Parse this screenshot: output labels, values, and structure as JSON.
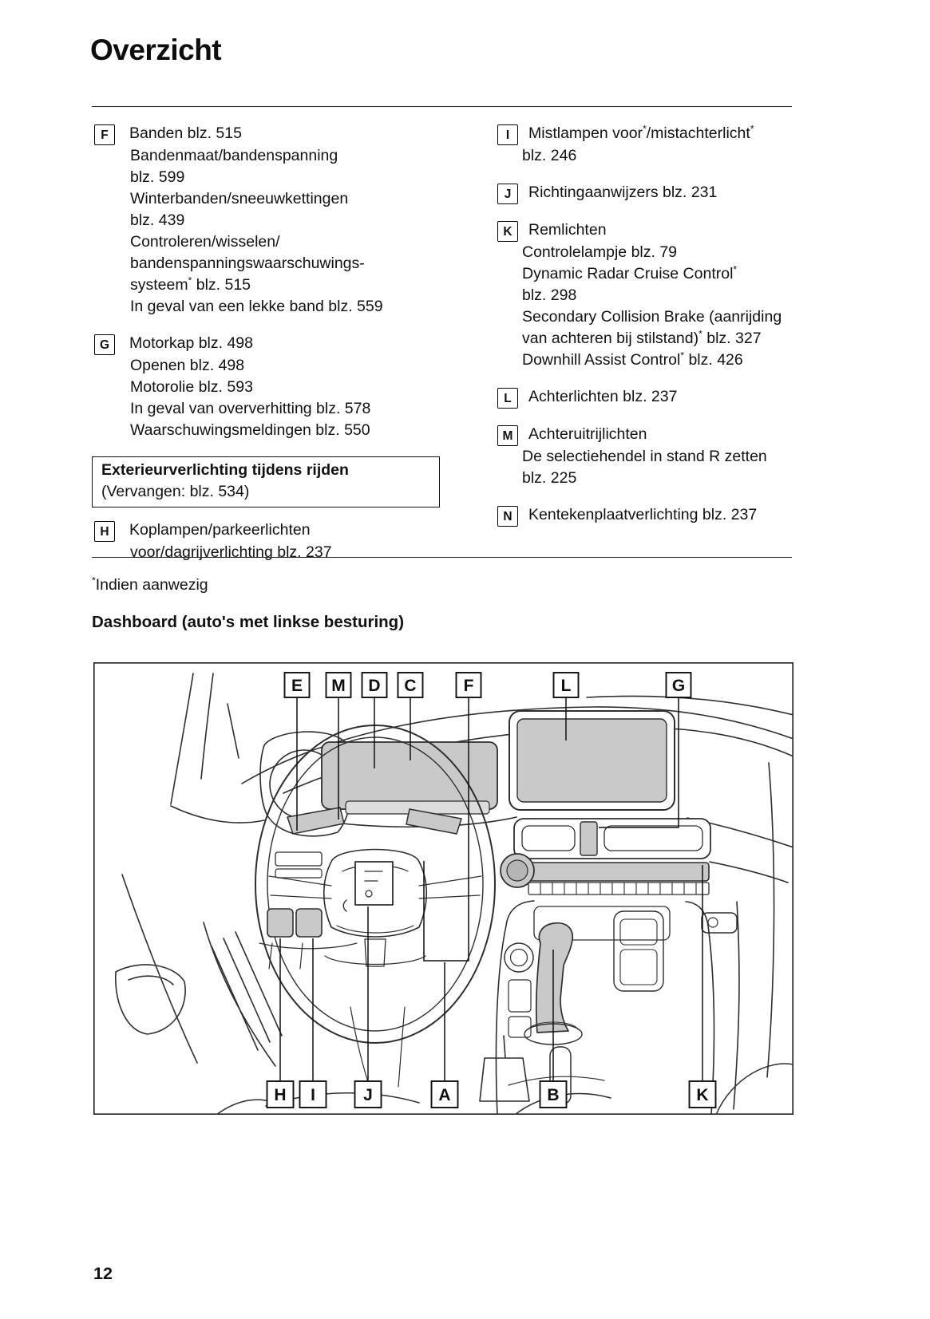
{
  "page": {
    "title": "Overzicht",
    "footnote": {
      "marker": "*",
      "text": "Indien aanwezig"
    },
    "dashboard_heading": "Dashboard (auto's met linkse besturing)",
    "page_number": "12"
  },
  "colors": {
    "panel_gray": "#c9c9c9",
    "light_gray": "#dcdcdc",
    "line_dark": "#2e2e2e",
    "leader_black": "#0f0f0f"
  },
  "index": {
    "left_sections": [
      {
        "letter": "F",
        "lines": [
          [
            "Banden blz. 515"
          ],
          [
            "Bandenmaat/bandenspanning"
          ],
          [
            "blz. 599"
          ],
          [
            "Winterbanden/sneeuwkettingen"
          ],
          [
            "blz. 439"
          ],
          [
            "Controleren/wisselen/"
          ],
          [
            "bandenspanningswaarschuwings-"
          ],
          [
            "systeem",
            {
              "sup": "*"
            },
            " blz. 515"
          ],
          [
            "In geval van een lekke band blz. 559"
          ]
        ]
      },
      {
        "letter": "G",
        "lines": [
          [
            "Motorkap blz. 498"
          ],
          [
            "Openen blz. 498"
          ],
          [
            "Motorolie blz. 593"
          ],
          [
            "In geval van oververhitting blz. 578"
          ],
          [
            "Waarschuwingsmeldingen blz. 550"
          ]
        ]
      },
      {
        "callout": true,
        "title": "Exterieurverlichting tijdens rijden",
        "subtitle": "(Vervangen: blz. 534)"
      },
      {
        "letter": "H",
        "lines": [
          [
            "Koplampen/parkeerlichten"
          ],
          [
            "voor/dagrijverlichting blz. 237"
          ]
        ]
      }
    ],
    "right_sections": [
      {
        "letter": "I",
        "lines": [
          [
            "Mistlampen voor",
            {
              "sup": "*"
            },
            "/mistachterlicht",
            {
              "sup": "*"
            }
          ],
          [
            "blz. 246"
          ]
        ]
      },
      {
        "letter": "J",
        "lines": [
          [
            "Richtingaanwijzers blz. 231"
          ]
        ]
      },
      {
        "letter": "K",
        "lines": [
          [
            "Remlichten"
          ],
          [
            "Controlelampje blz. 79"
          ],
          [
            "Dynamic Radar Cruise Control",
            {
              "sup": "*"
            }
          ],
          [
            "blz. 298"
          ],
          [
            "Secondary Collision Brake (aanrijding"
          ],
          [
            "van achteren bij stilstand)",
            {
              "sup": "*"
            },
            " blz. 327"
          ],
          [
            "Downhill Assist Control",
            {
              "sup": "*"
            },
            " blz. 426"
          ]
        ]
      },
      {
        "letter": "L",
        "lines": [
          [
            "Achterlichten blz. 237"
          ]
        ]
      },
      {
        "letter": "M",
        "lines": [
          [
            "Achteruitrijlichten"
          ],
          [
            "De selectiehendel in stand R zetten"
          ],
          [
            "blz. 225"
          ]
        ]
      },
      {
        "letter": "N",
        "lines": [
          [
            "Kentekenplaatverlichting blz. 237"
          ]
        ]
      }
    ]
  },
  "diagram": {
    "top_labels": [
      "E",
      "M",
      "D",
      "C",
      "F",
      "L",
      "G"
    ],
    "bottom_labels": [
      "H",
      "I",
      "J",
      "A",
      "B",
      "K"
    ]
  }
}
